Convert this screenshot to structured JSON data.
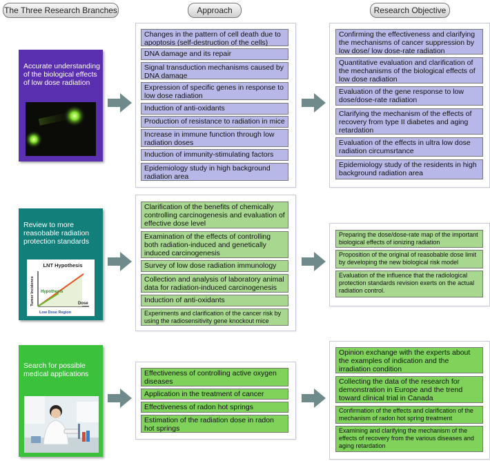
{
  "headers": {
    "branches": "The Three Research Branches",
    "approach": "Approach",
    "objective": "Research Objective"
  },
  "colors": {
    "branch1": "#5a2fb0",
    "branch2": "#137f7a",
    "branch3": "#3cc13c",
    "blue_item": "#b8b8e8",
    "green_item": "#a8d890",
    "bright_green_item": "#7fd35a",
    "arrow": "#6f8a8a"
  },
  "branches": [
    {
      "title": "Accurate understanding of the biological effects of low dose radiation",
      "approach": [
        "Changes in the pattern of cell death due to apoptosis (self-destruction of the cells)",
        "DNA damage and its repair",
        "Signal transduction mechanisms caused by DNA damage",
        "Expression of specific genes in response to low dose radiation",
        "Induction of anti-oxidants",
        "Production of resistance to radiation in mice",
        "Increase in immune function through low radiation doses",
        "Induction of immunity-stimulating factors",
        "Epidemiology study in high background radiation area"
      ],
      "objective": [
        "Confirming the effectiveness and clarifying the mechanisms of cancer suppression by low dose/ low dose-rate radiation",
        "Quantitative evaluation and clarification of the mechanisms of the biological effects of low dose radiation",
        "Evaluation of the gene response to low dose/dose-rate radiation",
        "Clarifying the mechanism of the effects of recovery from type II diabetes and aging retardation",
        "Evaluation of the effects in ultra low dose radiation circumsrtance",
        "Epidemiology study of the residents in high background radiation area"
      ]
    },
    {
      "title": "Review to more reasobable radiation protection standards",
      "graph": {
        "title": "LNT Hypothesis",
        "ylabel": "Tumor Incidence",
        "xlabel": "Dose",
        "hypothesis": "Hypothesis",
        "region": "Low Dose Region"
      },
      "approach": [
        "Clarification of the benefits of chemically controlling carcinogenesis and evaluation of effective dose level",
        "Examination of the effects of controlling both radiation-induced and genetically induced carcinogenesis",
        "Survey of low dose radiation immunology",
        "Collection and analysis of laboratory animal data for radiation-induced carcinogenesis",
        "Induction of anti-oxidants",
        "Experiments and clarification of the cancer risk by using the radiosensitivity gene knockout mice"
      ],
      "objective": [
        "Preparing the dose/dose-rate map of the important biological effects of ionizing radiation",
        "Proposition of the original of reasobable dose limit by developing the new biological risk model",
        "Evaluation of the influence that the radiological protection standards revision exerts on the actual radiation control."
      ]
    },
    {
      "title": "Search for possible medical applications",
      "approach": [
        "Effectiveness of controlling active oxygen diseases",
        "Application in the treatment of cancer",
        "Effectiveness of radon hot springs",
        "Estimation of the radiation dose in radon hot springs"
      ],
      "objective": [
        "Opinion exchange with the experts about the examples of indication and the irradiation condition",
        "Collecting the data of the research for demonstration in Europe and the trend toward clinical trial in Canada",
        "Confirmation of the effects and clarification of the mechanism of radon hot spring treatment",
        "Examining and clarifying the mechanism of the effects of recovery from the various diseases and aging retardation"
      ]
    }
  ]
}
